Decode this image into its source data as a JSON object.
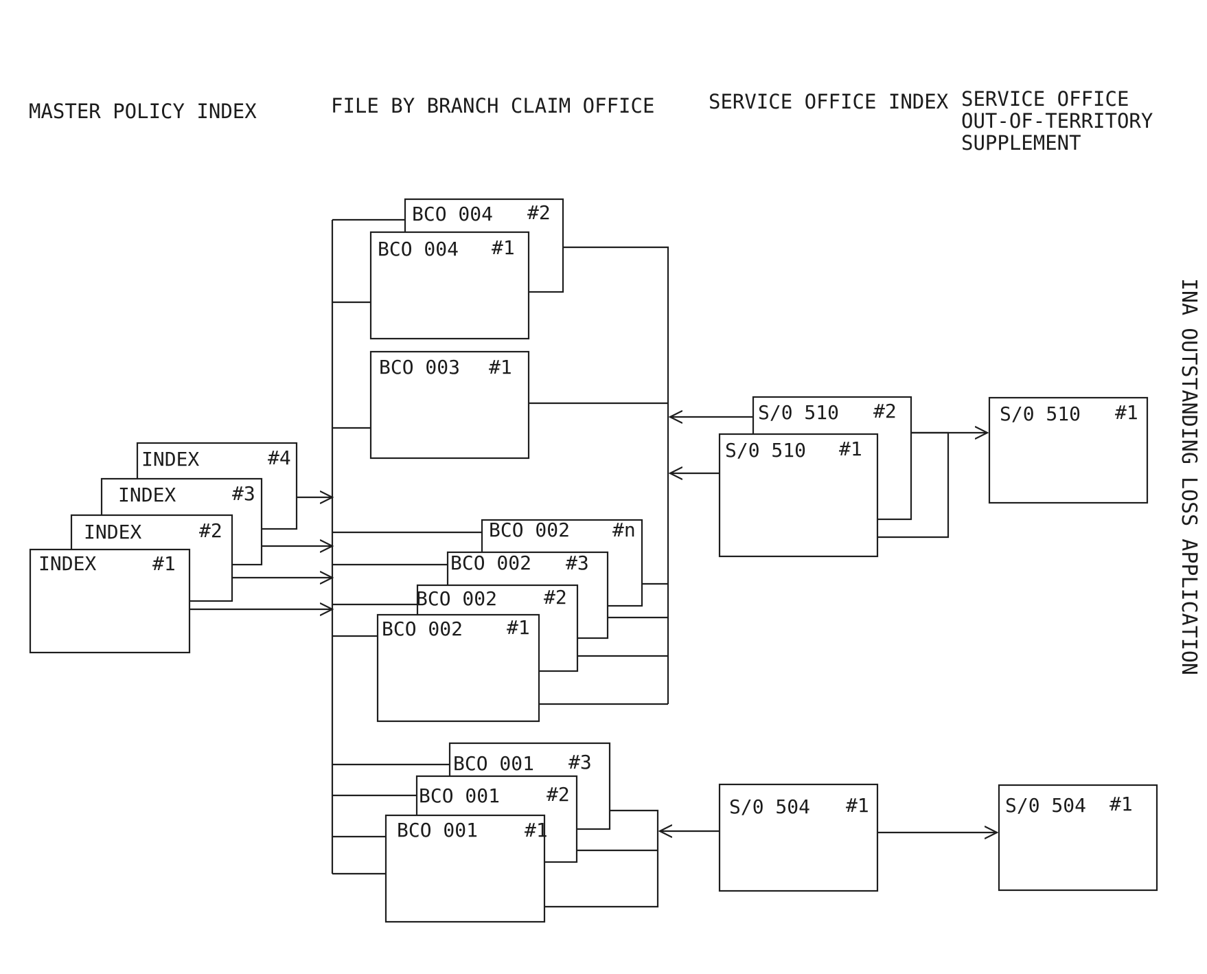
{
  "headers": {
    "master": "MASTER POLICY INDEX",
    "branch": "FILE BY BRANCH CLAIM OFFICE",
    "service": "SERVICE OFFICE INDEX",
    "supp1": "SERVICE OFFICE",
    "supp2": "OUT-OF-TERRITORY",
    "supp3": "SUPPLEMENT"
  },
  "title": "INA OUTSTANDING LOSS APPLICATION",
  "index": [
    {
      "name": "INDEX",
      "num": "#4"
    },
    {
      "name": "INDEX",
      "num": "#3"
    },
    {
      "name": "INDEX",
      "num": "#2"
    },
    {
      "name": "INDEX",
      "num": "#1"
    }
  ],
  "bco004": [
    {
      "name": "BCO 004",
      "num": "#2"
    },
    {
      "name": "BCO 004",
      "num": "#1"
    }
  ],
  "bco003": [
    {
      "name": "BCO 003",
      "num": "#1"
    }
  ],
  "bco002": [
    {
      "name": "BCO 002",
      "num": "#n"
    },
    {
      "name": "BCO 002",
      "num": "#3"
    },
    {
      "name": "BCO 002",
      "num": "#2"
    },
    {
      "name": "BCO 002",
      "num": "#1"
    }
  ],
  "bco001": [
    {
      "name": "BCO 001",
      "num": "#3"
    },
    {
      "name": "BCO 001",
      "num": "#2"
    },
    {
      "name": "BCO 001",
      "num": "#1"
    }
  ],
  "so510": [
    {
      "name": "S/0 510",
      "num": "#2"
    },
    {
      "name": "S/0 510",
      "num": "#1"
    }
  ],
  "so504": [
    {
      "name": "S/0 504",
      "num": "#1"
    }
  ],
  "supp510": [
    {
      "name": "S/0 510",
      "num": "#1"
    }
  ],
  "supp504": [
    {
      "name": "S/0 504",
      "num": "#1"
    }
  ]
}
